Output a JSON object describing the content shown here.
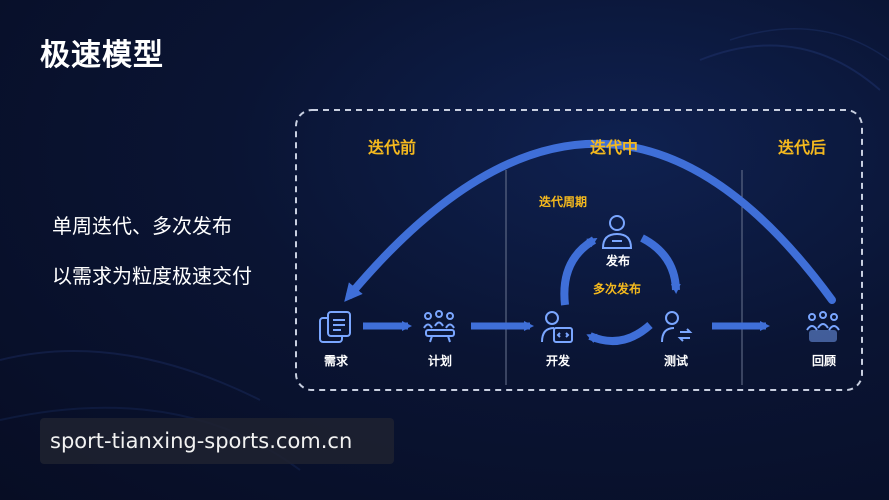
{
  "title": "极速模型",
  "bullets": [
    "单周迭代、多次发布",
    "以需求为粒度极速交付"
  ],
  "phases": {
    "before": "迭代前",
    "during": "迭代中",
    "after": "迭代后"
  },
  "cycle_label": "迭代周期",
  "multi_release_label": "多次发布",
  "nodes": {
    "requirement": "需求",
    "plan": "计划",
    "develop": "开发",
    "release": "发布",
    "test": "测试",
    "review": "回顾"
  },
  "watermark": "sport-tianxing-sports.com.cn",
  "colors": {
    "accent": "#f5b91e",
    "arrow": "#3f6fd8",
    "icon": "#7aa6ff",
    "background": "#0a1433"
  },
  "icons": {
    "requirement": "document-icon",
    "plan": "team-meeting-icon",
    "develop": "developer-code-icon",
    "release": "engineer-icon",
    "test": "tester-icon",
    "review": "group-icon"
  }
}
